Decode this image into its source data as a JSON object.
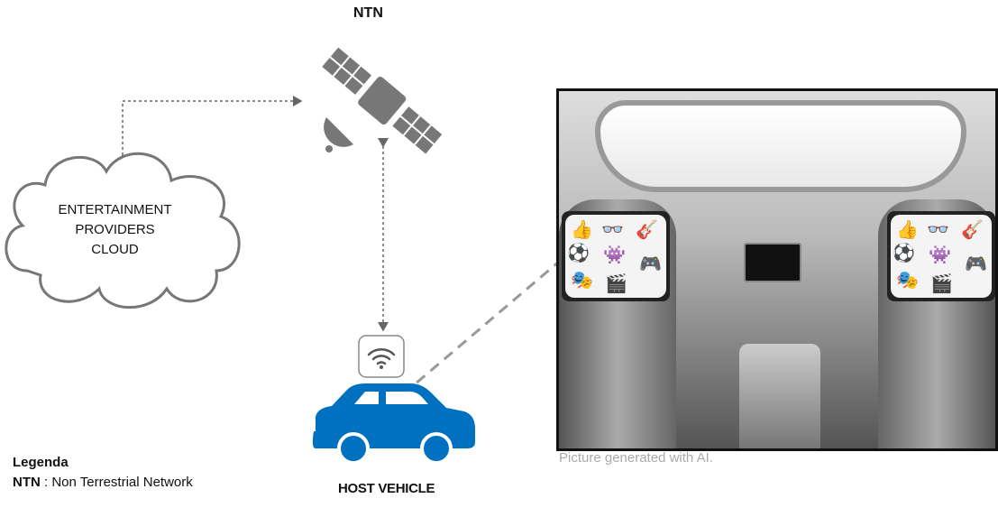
{
  "satellite": {
    "label": "NTN"
  },
  "cloud": {
    "lines": [
      "ENTERTAINMENT",
      "PROVIDERS",
      "CLOUD"
    ]
  },
  "vehicle": {
    "label": "HOST VEHICLE"
  },
  "legend": {
    "title": "Legenda",
    "abbr": "NTN",
    "definition": " : Non Terrestrial Network"
  },
  "photo": {
    "caption": "Picture generated with AI."
  },
  "screen_icons": [
    "thumbs-up",
    "3d-glasses",
    "guitar",
    "soccer-ball",
    "creature",
    "gamepad",
    "theater-masks",
    "clapperboard"
  ],
  "colors": {
    "vehicle": "#0070C0",
    "icons": "#777777",
    "lines": "#888888"
  }
}
